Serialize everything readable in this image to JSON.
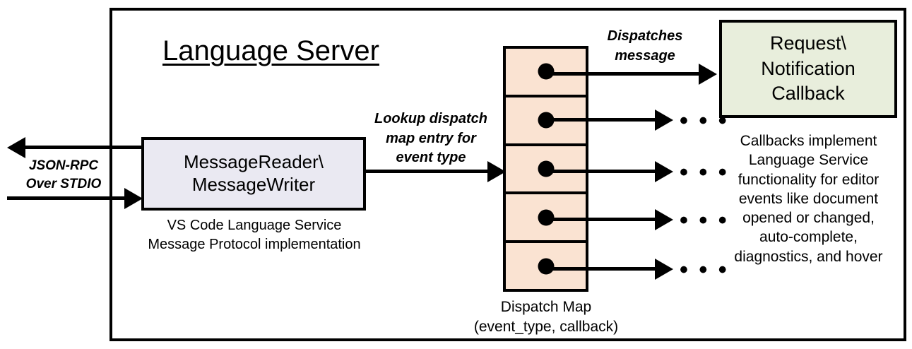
{
  "diagram": {
    "title": "Language Server",
    "outer_border_color": "#000000",
    "background": "#ffffff"
  },
  "message_io": {
    "box_label": "MessageReader\\\nMessageWriter",
    "box_fill": "#eae9f2",
    "caption": "VS Code Language Service\nMessage Protocol implementation",
    "external_label": "JSON-RPC\nOver STDIO"
  },
  "edges": {
    "lookup": "Lookup dispatch\nmap entry for\nevent type",
    "dispatches": "Dispatches\nmessage"
  },
  "dispatch_map": {
    "caption": "Dispatch Map\n(event_type, callback)",
    "cell_fill": "#fae3d2",
    "rows": [
      {
        "index": 1,
        "has_dot": true,
        "out_target": "callback-box"
      },
      {
        "index": 2,
        "has_dot": true,
        "out_target": "ellipsis"
      },
      {
        "index": 3,
        "has_dot": true,
        "out_target": "ellipsis"
      },
      {
        "index": 4,
        "has_dot": true,
        "out_target": "ellipsis"
      },
      {
        "index": 5,
        "has_dot": true,
        "out_target": "ellipsis"
      }
    ],
    "ellipsis_glyph": "• • •"
  },
  "callback": {
    "box_label": "Request\\\nNotification\nCallback",
    "box_fill": "#e8eedc",
    "description": "Callbacks implement\nLanguage Service\nfunctionality for editor\nevents like document\nopened or changed,\nauto-complete,\ndiagnostics, and hover"
  }
}
